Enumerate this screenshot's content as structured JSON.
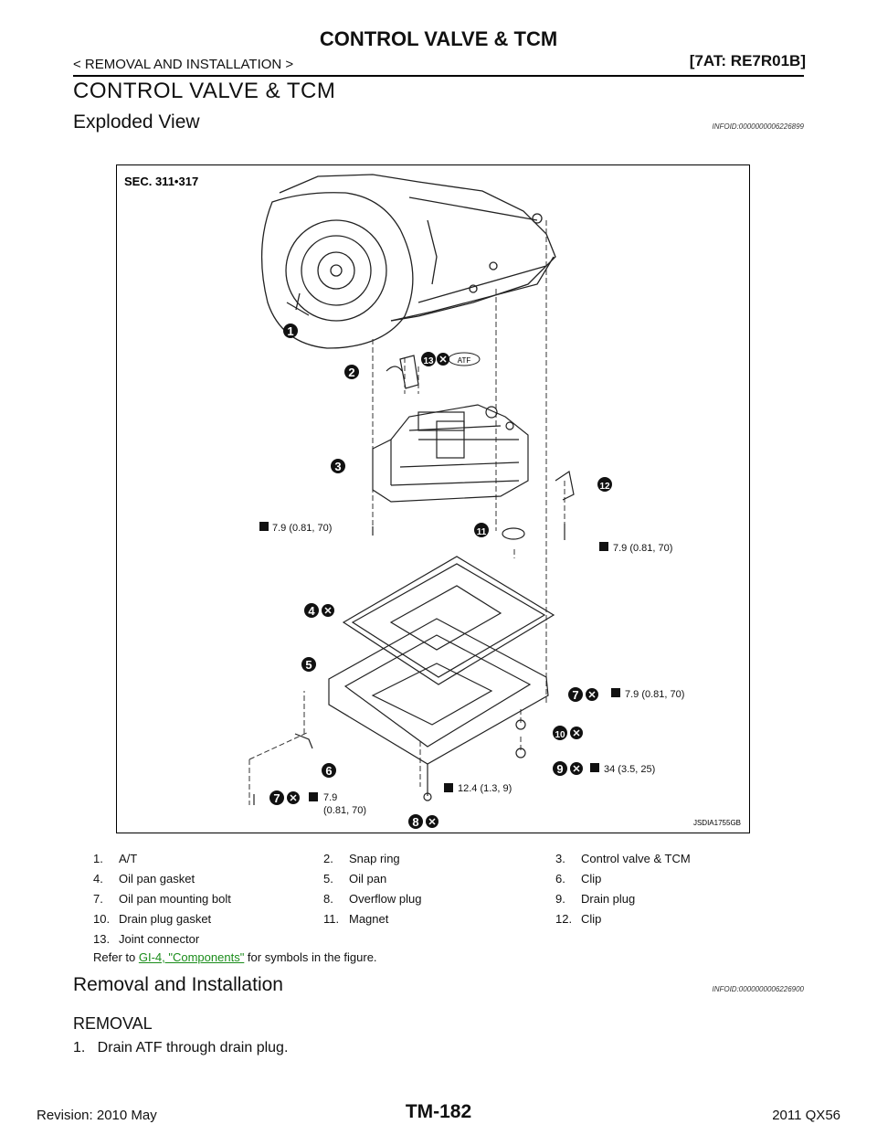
{
  "header": {
    "title": "CONTROL VALVE & TCM",
    "breadcrumb": "< REMOVAL AND INSTALLATION >",
    "model": "[7AT: RE7R01B]"
  },
  "section_title": "CONTROL VALVE & TCM",
  "exploded_view": {
    "heading": "Exploded View",
    "info_id": "INFOID:0000000006226899",
    "figure": {
      "sec_label": "SEC. 311•317",
      "figure_id": "JSDIA1755GB",
      "atf_label": "ATF",
      "torques": {
        "left_bolt": "7.9 (0.81, 70)",
        "right_bolt": "7.9 (0.81, 70)",
        "pan_bolt_right": "7.9 (0.81, 70)",
        "drain_plug": "34 (3.5, 25)",
        "pan_bolt_left_1": "7.9",
        "pan_bolt_left_2": "(0.81, 70)",
        "overflow_plug": "12.4 (1.3, 9)"
      },
      "callouts": [
        "1",
        "2",
        "3",
        "4",
        "5",
        "6",
        "7",
        "7",
        "8",
        "9",
        "10",
        "11",
        "12",
        "13"
      ]
    },
    "legend": [
      [
        "1.",
        "A/T",
        "2.",
        "Snap ring",
        "3.",
        "Control valve & TCM"
      ],
      [
        "4.",
        "Oil pan gasket",
        "5.",
        "Oil pan",
        "6.",
        "Clip"
      ],
      [
        "7.",
        "Oil pan mounting bolt",
        "8.",
        "Overflow plug",
        "9.",
        "Drain plug"
      ],
      [
        "10.",
        "Drain plug gasket",
        "11.",
        "Magnet",
        "12.",
        "Clip"
      ],
      [
        "13.",
        "Joint connector",
        "",
        "",
        "",
        ""
      ]
    ],
    "reference": {
      "prefix": "Refer to ",
      "link": "GI-4, \"Components\"",
      "suffix": " for symbols in the figure."
    }
  },
  "removal": {
    "heading": "Removal and Installation",
    "info_id": "INFOID:0000000006226900",
    "subheading": "REMOVAL",
    "steps": [
      "1.   Drain ATF through drain plug."
    ]
  },
  "footer": {
    "revision": "Revision: 2010 May",
    "page": "TM-182",
    "model_year": "2011 QX56"
  }
}
